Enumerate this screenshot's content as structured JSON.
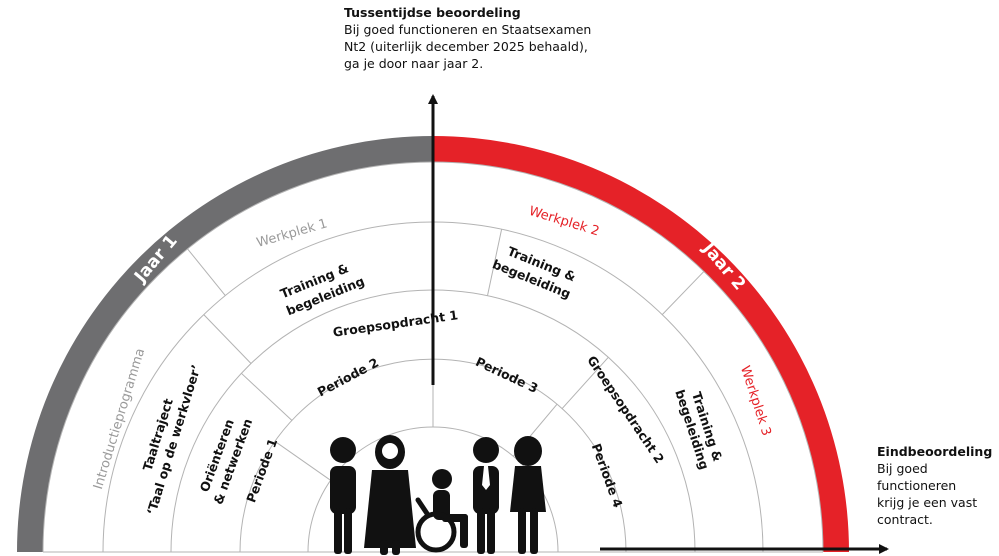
{
  "colors": {
    "year1": "#6e6e70",
    "year2": "#e52228",
    "lines": "#b3b3b3",
    "ink": "#111111",
    "muted": "#9a9a9a"
  },
  "years": [
    {
      "label": "Jaar 1",
      "color": "#6e6e70"
    },
    {
      "label": "Jaar 2",
      "color": "#e52228"
    }
  ],
  "ring_labels": {
    "werkplek_1": "Werkplek 1",
    "werkplek_2": "Werkplek 2",
    "werkplek_3": "Werkplek 3",
    "introductieprogramma": "Introductieprogramma",
    "taaltraject_line1": "Taaltraject",
    "taaltraject_line2": "‘Taal op de werkvloer’",
    "orienteren_line1": "Oriënteren",
    "orienteren_line2": "& netwerken",
    "training1_line1": "Training &",
    "training1_line2": "begeleiding",
    "training2_line1": "Training &",
    "training2_line2": "begeleiding",
    "training3_line1": "Training &",
    "training3_line2": "begeleiding",
    "groepsopdracht_1": "Groepsopdracht 1",
    "groepsopdracht_2": "Groepsopdracht 2",
    "periode_1": "Periode 1",
    "periode_2": "Periode 2",
    "periode_3": "Periode 3",
    "periode_4": "Periode 4"
  },
  "icons": [
    "person-icon",
    "person-hijab-icon",
    "wheelchair-user-icon",
    "person-tie-icon",
    "person-woman-icon"
  ],
  "notes": {
    "tussentijds": {
      "title": "Tussentijdse beoordeling",
      "body": "Bij goed functioneren en Staatsexamen\nNt2 (uiterlijk december 2025 behaald),\nga je door naar jaar 2."
    },
    "eind": {
      "title": "Eindbeoordeling",
      "body": "Bij goed\nfunctioneren\nkrijg je een vast\ncontract."
    }
  }
}
